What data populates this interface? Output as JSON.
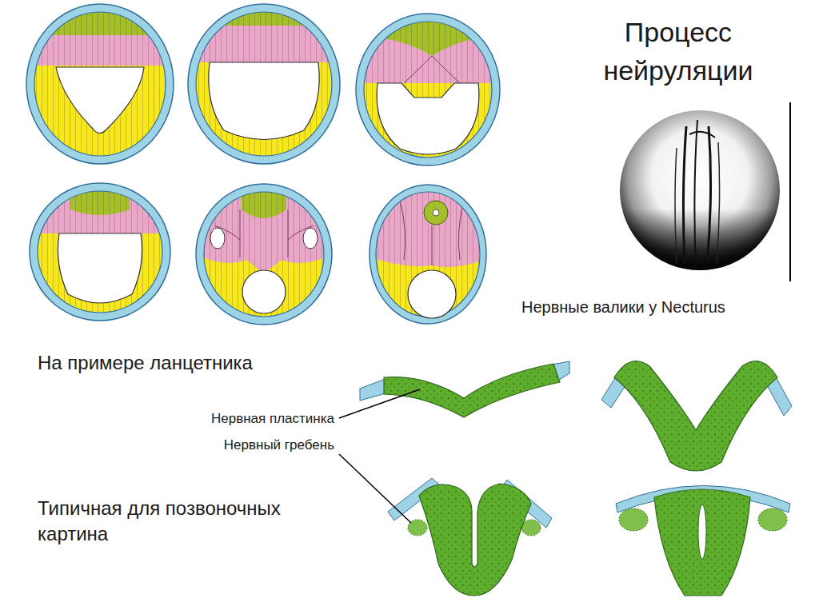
{
  "diagram": {
    "title": "Процесс нейруляции",
    "labels": [
      "Нервные валики у Necturus",
      "На примере ланцетника",
      "Нервная пластинка",
      "Нервный гребень",
      "Типичная для позвоночных картина"
    ]
  }
}
